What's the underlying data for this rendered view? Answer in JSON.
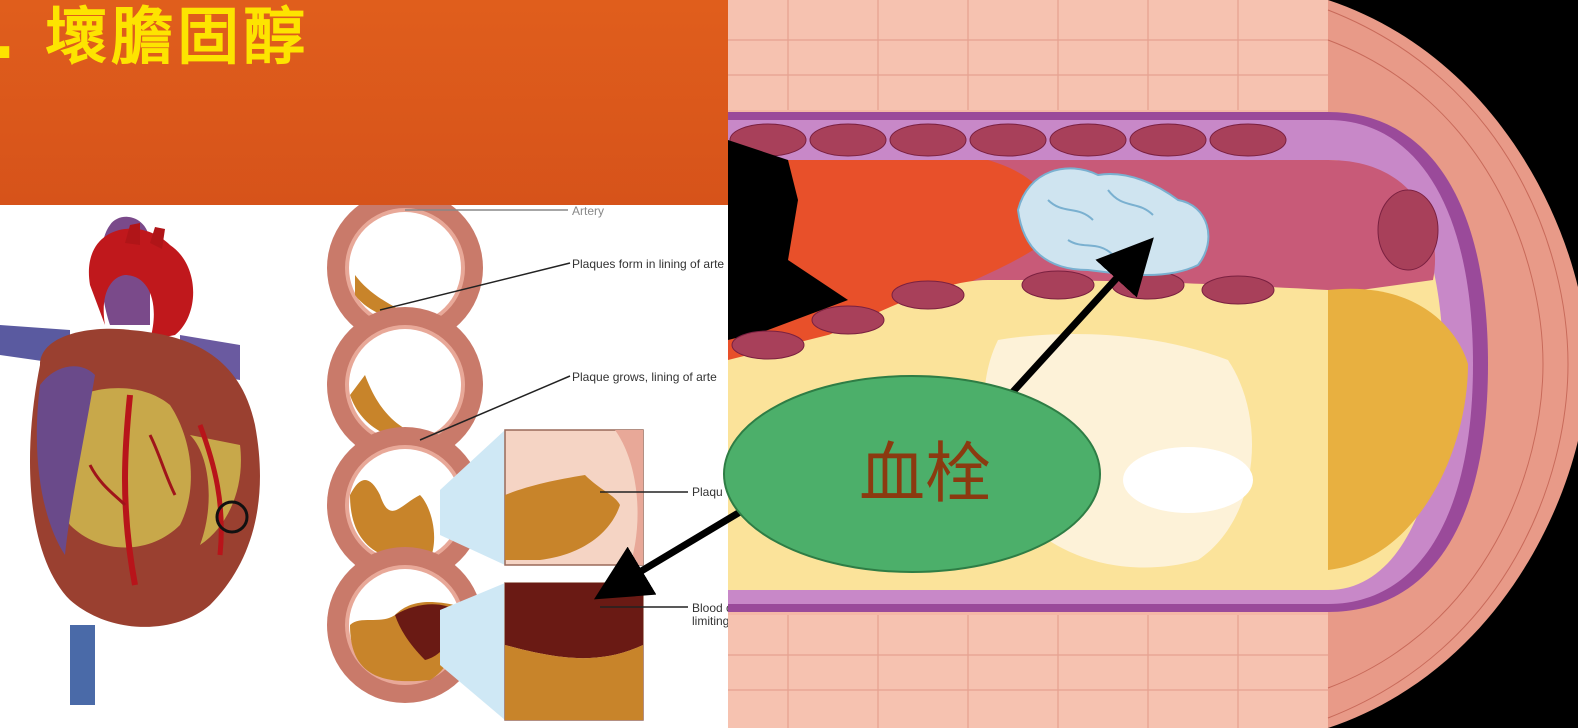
{
  "slide": {
    "title": ". 壞膽固醇",
    "callout": "血栓"
  },
  "figure_labels": {
    "artery": "Artery",
    "stage1": "Plaques form in lining of arte",
    "stage2": "Plaque grows, lining of arte",
    "stage3": "Plaqu",
    "stage4_line1": "Blood cl",
    "stage4_line2": "limiting"
  },
  "colors": {
    "background": "#d4501a",
    "title": "#fde400",
    "callout_fill": "#4caf6a",
    "callout_text": "#8b3a10"
  }
}
